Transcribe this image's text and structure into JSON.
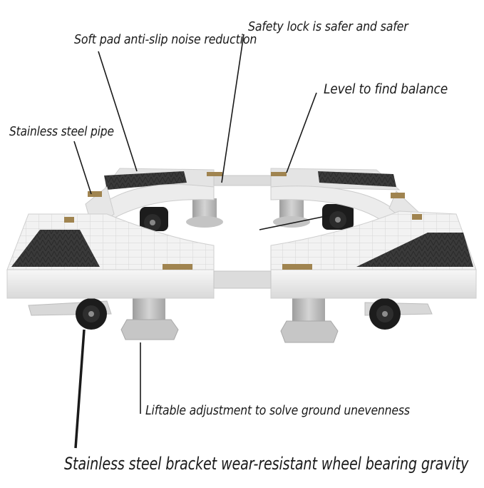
{
  "annotations": {
    "soft_pad": "Soft pad anti-slip noise reduction",
    "safety_lock": "Safety lock is safer and safer",
    "level": "Level to find balance",
    "steel_pipe": "Stainless steel pipe",
    "liftable": "Liftable adjustment to solve ground unevenness",
    "bracket": "Stainless steel bracket wear-resistant wheel bearing gravity"
  },
  "colors": {
    "frame": "#ececec",
    "frame_shadow": "#cfcfcf",
    "pad": "#3a3a3a",
    "wheel": "#1c1c1c",
    "foot": "#bdbdbd",
    "lock": "#a08450"
  }
}
